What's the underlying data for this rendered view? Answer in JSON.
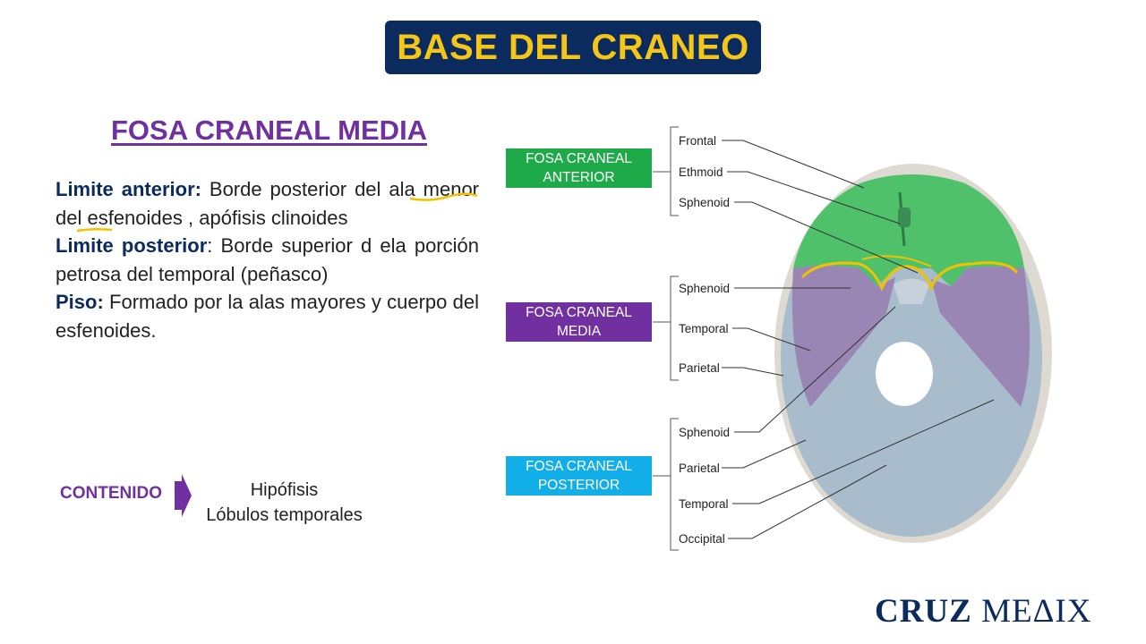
{
  "title": "BASE DEL CRANEO",
  "subtitle": "FOSA CRANEAL MEDIA",
  "description": {
    "anterior_label": "Limite anterior:",
    "anterior_text": " Borde posterior del ala menor del esfenoides , apófisis clinoides",
    "posterior_label": "Limite posterior",
    "posterior_text": ": Borde superior d ela porción petrosa del temporal (peñasco)",
    "floor_label": "Piso:",
    "floor_text": " Formado por la alas mayores y cuerpo del esfenoides."
  },
  "content": {
    "label": "CONTENIDO",
    "items": [
      "Hipófisis",
      "Lóbulos temporales"
    ]
  },
  "fosas": [
    {
      "line1": "FOSA CRANEAL",
      "line2": "ANTERIOR",
      "color": "#1faa4a"
    },
    {
      "line1": "FOSA CRANEAL",
      "line2": "MEDIA",
      "color": "#7030a0"
    },
    {
      "line1": "FOSA CRANEAL",
      "line2": "POSTERIOR",
      "color": "#11aee8"
    }
  ],
  "bone_labels": {
    "anterior": [
      "Frontal",
      "Ethmoid",
      "Sphenoid"
    ],
    "middle": [
      "Sphenoid",
      "Temporal",
      "Parietal"
    ],
    "posterior": [
      "Sphenoid",
      "Parietal",
      "Temporal",
      "Occipital"
    ]
  },
  "logo": {
    "bold": "CRUZ",
    "light": "MEΔIX"
  }
}
